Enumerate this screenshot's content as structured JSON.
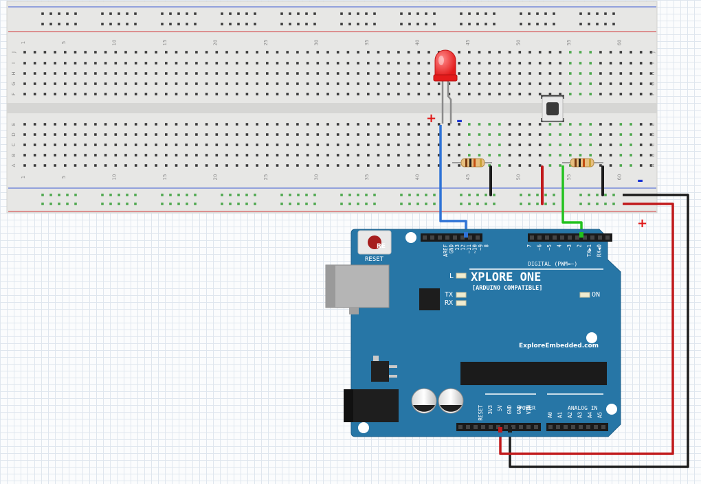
{
  "breadboard": {
    "column_numbers": [
      "1",
      "5",
      "10",
      "15",
      "20",
      "25",
      "30",
      "35",
      "40",
      "45",
      "50",
      "55",
      "60"
    ],
    "rows_top": [
      "J",
      "I",
      "H",
      "G",
      "F"
    ],
    "rows_bottom": [
      "E",
      "D",
      "C",
      "B",
      "A"
    ]
  },
  "polarity": {
    "led_plus": "+",
    "led_minus": "-",
    "rail_minus": "-",
    "rail_plus": "+"
  },
  "board": {
    "brand": "XPLORE ONE",
    "subtitle": "[ARDUINO COMPATIBLE]",
    "website": "ExploreEmbedded.com",
    "tm": "™",
    "reset_label": "RESET",
    "reset_button_mark": "RE",
    "digital_label": "DIGITAL (PWM=~)",
    "power_label": "POWER",
    "analog_label": "ANALOG IN",
    "led_labels": {
      "l": "L",
      "tx": "TX",
      "rx": "RX",
      "on": "ON"
    },
    "header_left_pins": [
      "AREF",
      "GND",
      "13",
      "12",
      "~11",
      "~10",
      "~9",
      "8"
    ],
    "header_right_pins": [
      "7",
      "~6",
      "~5",
      "4",
      "~3",
      "2",
      "TX▶1",
      "RX◀0"
    ],
    "power_pins": [
      "RESET",
      "3V3",
      "5V",
      "GND",
      "GND",
      "VIN"
    ],
    "analog_pins": [
      "A0",
      "A1",
      "A2",
      "A3",
      "A4",
      "A5"
    ]
  },
  "colors": {
    "board": "#2776a6",
    "wire_blue": "#2f73d6",
    "wire_green": "#22c21e",
    "wire_red": "#c1191b",
    "wire_black": "#1c1c1c",
    "led_red": "#ec2222",
    "rail_red_line": "#d23a3a",
    "rail_blue_line": "#3d5bd4",
    "breadboard": "#e7e7e5"
  }
}
